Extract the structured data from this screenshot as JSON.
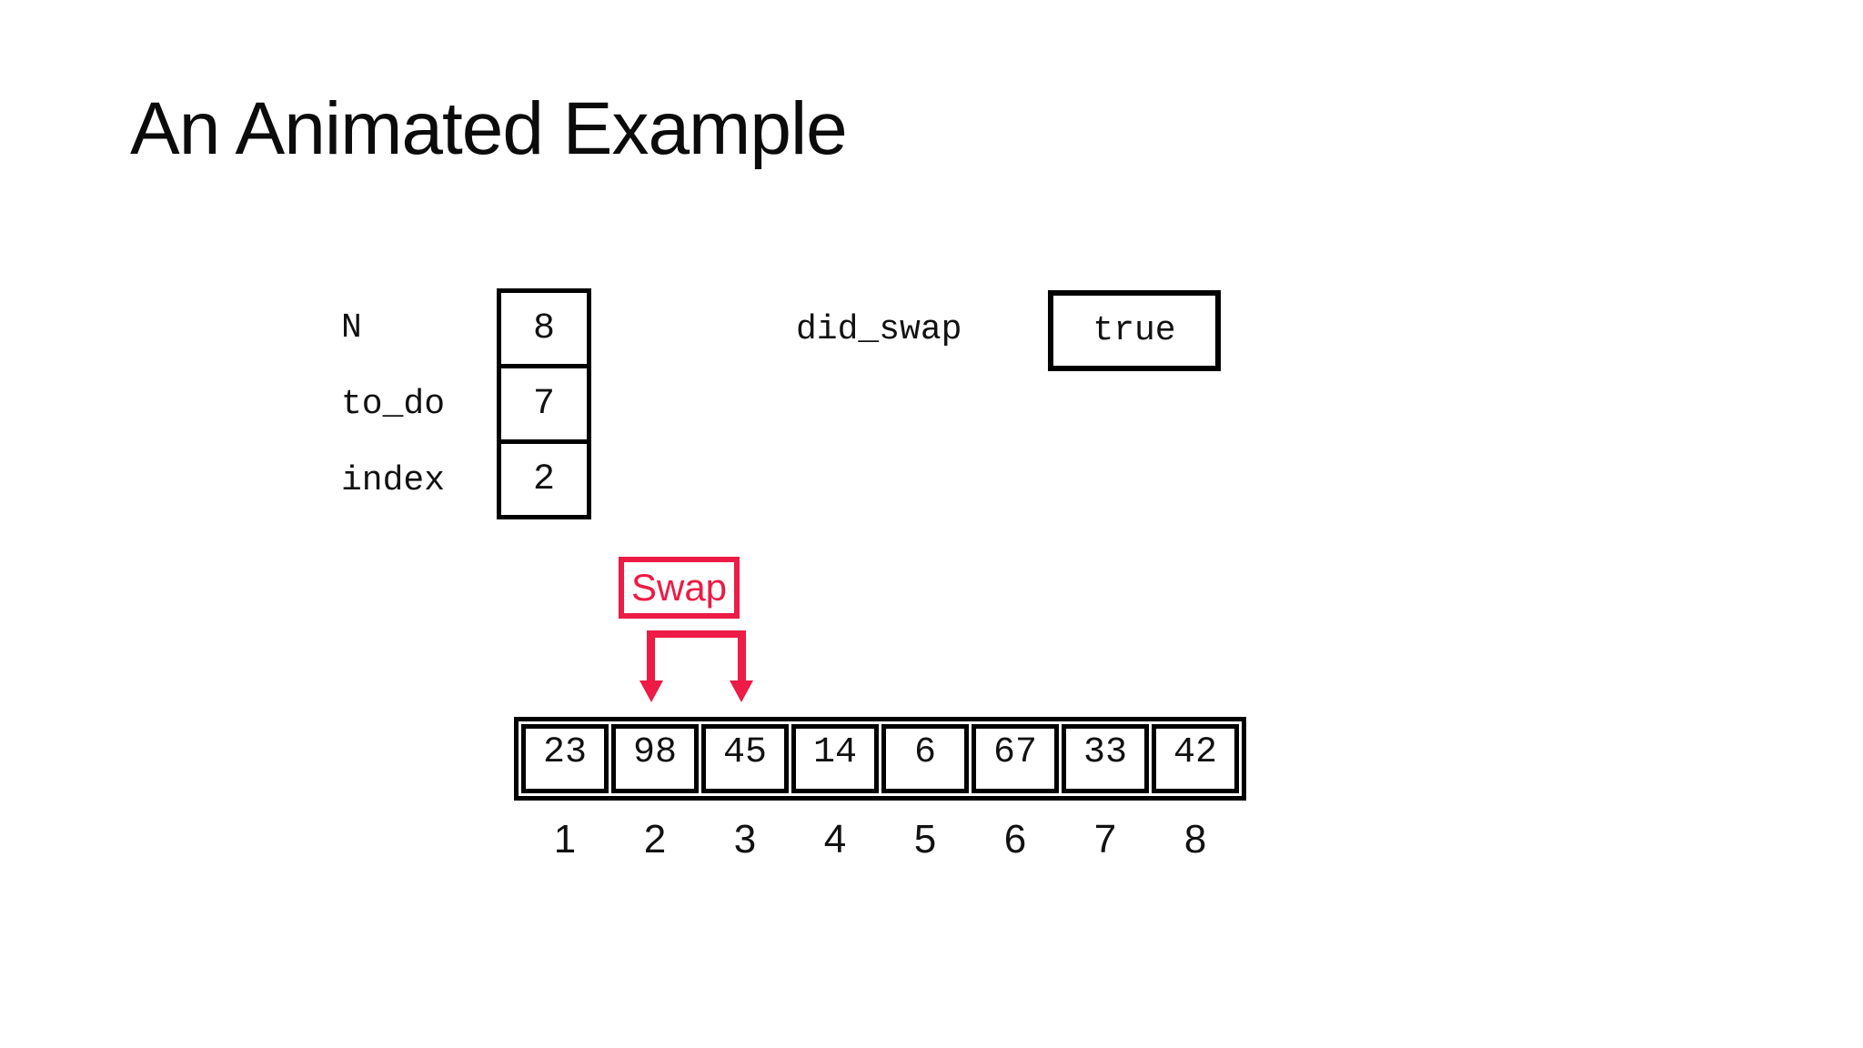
{
  "slide": {
    "title": "An Animated Example",
    "colors": {
      "accent_red": "#ED1B45",
      "ink": "#000000",
      "background": "#FFFFFF"
    },
    "variables": [
      {
        "name": "N",
        "value": "8"
      },
      {
        "name": "to_do",
        "value": "7"
      },
      {
        "name": "index",
        "value": "2"
      }
    ],
    "did_swap": {
      "name": "did_swap",
      "value": "true"
    },
    "swap_callout": {
      "label": "Swap",
      "targets_indices": [
        "2",
        "3"
      ]
    },
    "array": {
      "values": [
        "23",
        "98",
        "45",
        "14",
        "6",
        "67",
        "33",
        "42"
      ],
      "indices": [
        "1",
        "2",
        "3",
        "4",
        "5",
        "6",
        "7",
        "8"
      ]
    }
  }
}
